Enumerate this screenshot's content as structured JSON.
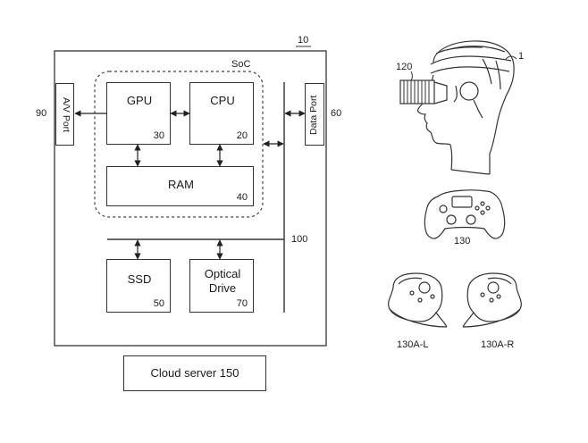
{
  "system": {
    "ref": "10",
    "soc_label": "SoC",
    "bus_ref": "100"
  },
  "blocks": {
    "gpu": {
      "label": "GPU",
      "ref": "30"
    },
    "cpu": {
      "label": "CPU",
      "ref": "20"
    },
    "ram": {
      "label": "RAM",
      "ref": "40"
    },
    "ssd": {
      "label": "SSD",
      "ref": "50"
    },
    "optical": {
      "label_line1": "Optical",
      "label_line2": "Drive",
      "ref": "70"
    },
    "av_port": {
      "label": "A/V Port",
      "ref": "90"
    },
    "data_port": {
      "label": "Data Port",
      "ref": "60"
    },
    "cloud": {
      "label": "Cloud server 150"
    }
  },
  "peripherals": {
    "hmd_user_ref": "1",
    "hmd_ref": "120",
    "controller_ref": "130",
    "left_ref": "130A-L",
    "right_ref": "130A-R"
  }
}
